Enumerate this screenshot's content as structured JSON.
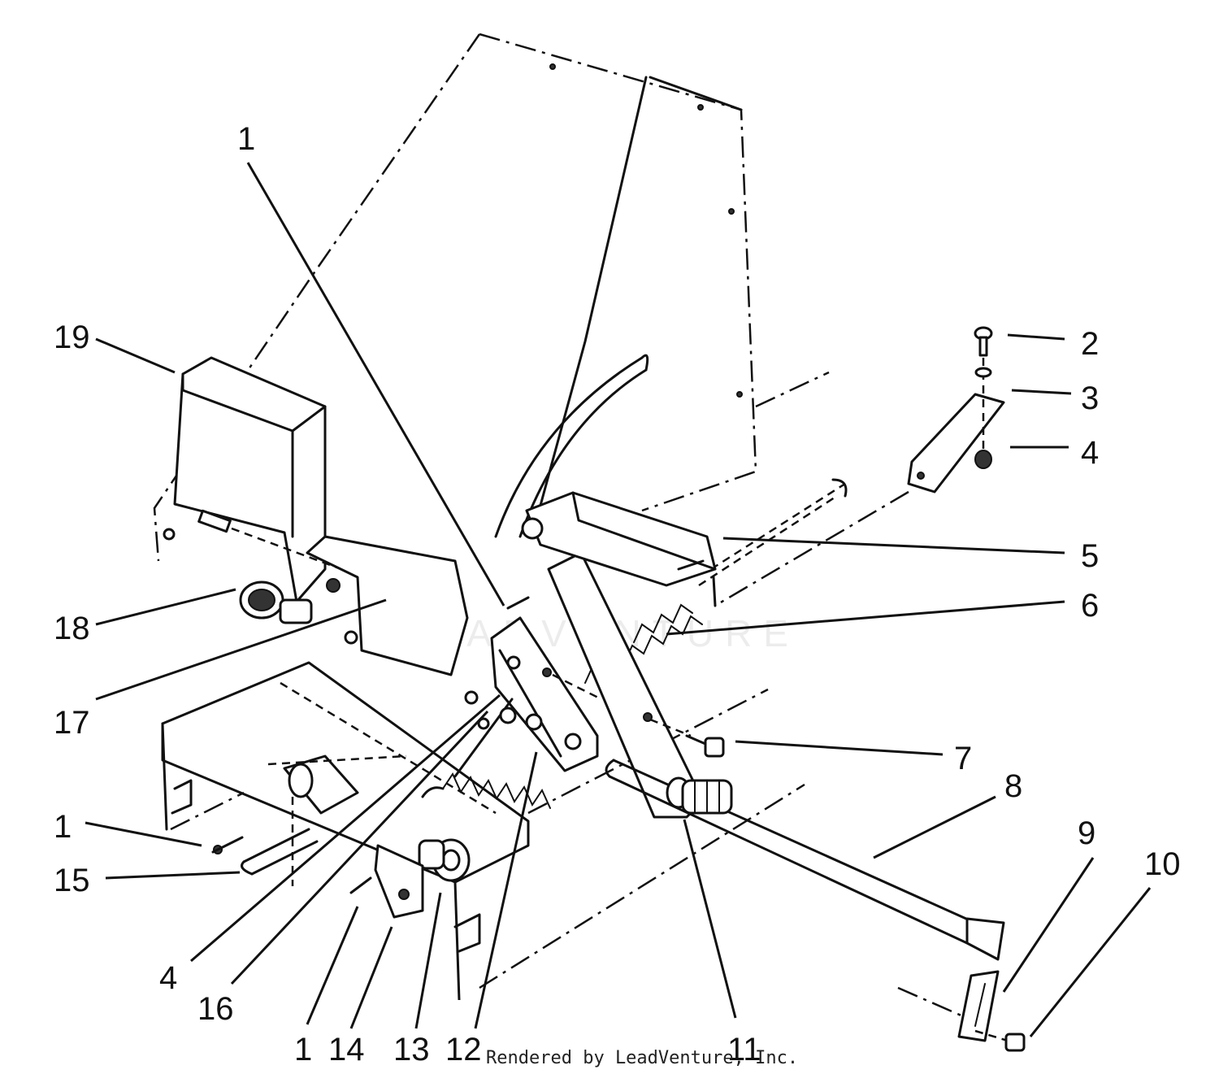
{
  "diagram": {
    "callouts": [
      {
        "id": "c1a",
        "text": "1"
      },
      {
        "id": "c19",
        "text": "19"
      },
      {
        "id": "c2",
        "text": "2"
      },
      {
        "id": "c3",
        "text": "3"
      },
      {
        "id": "c4a",
        "text": "4"
      },
      {
        "id": "c5",
        "text": "5"
      },
      {
        "id": "c6",
        "text": "6"
      },
      {
        "id": "c18",
        "text": "18"
      },
      {
        "id": "c17",
        "text": "17"
      },
      {
        "id": "c7",
        "text": "7"
      },
      {
        "id": "c8",
        "text": "8"
      },
      {
        "id": "c1b",
        "text": "1"
      },
      {
        "id": "c15",
        "text": "15"
      },
      {
        "id": "c9",
        "text": "9"
      },
      {
        "id": "c10",
        "text": "10"
      },
      {
        "id": "c4b",
        "text": "4"
      },
      {
        "id": "c16",
        "text": "16"
      },
      {
        "id": "c1c",
        "text": "1"
      },
      {
        "id": "c14",
        "text": "14"
      },
      {
        "id": "c13",
        "text": "13"
      },
      {
        "id": "c12",
        "text": "12"
      },
      {
        "id": "c11",
        "text": "11"
      }
    ],
    "credit": "Rendered by LeadVenture, Inc.",
    "watermark": "LEADVENTURE"
  }
}
